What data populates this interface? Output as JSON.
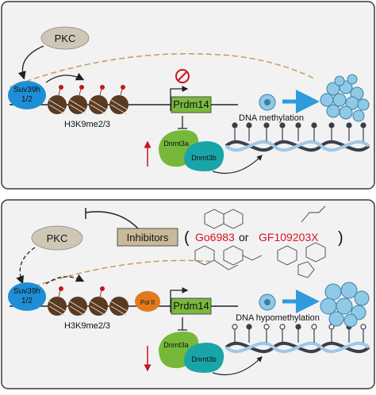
{
  "colors": {
    "panel_bg": "#f2f2f2",
    "panel_border": "#3a3a3a",
    "pkc_fill": "#cfc7b6",
    "suv_fill": "#1e8fd6",
    "nucleosome": "#5a3a22",
    "methyl_mark": "#c8141e",
    "prdm14_fill": "#7ab83f",
    "dnmt3a_fill": "#76b83a",
    "dnmt3b_fill": "#19a5a8",
    "dna_dark": "#3a3f4a",
    "dna_light": "#9fc7e8",
    "arrow_blue": "#2f9bdc",
    "up_arrow_red": "#c8141e",
    "inhibitor_fill": "#c9b99b",
    "drug_red": "#d6141e",
    "pol2_fill": "#e07a1f",
    "cell_fill": "#8fc9e6",
    "dashed_brown": "#c79a5a"
  },
  "top_panel": {
    "pkc_label": "PKC",
    "suv_label_line1": "Suv39h",
    "suv_label_line2": "1/2",
    "histone_mark_label": "H3K9me2/3",
    "gene_label": "Prdm14",
    "dnmt3a_label": "Dnmt3a",
    "dnmt3b_label": "Dnmt3b",
    "outcome_label": "DNA methylation",
    "change_direction": "up"
  },
  "bottom_panel": {
    "pkc_label": "PKC",
    "inhibitors_label": "Inhibitors",
    "open_paren": "(",
    "drug1": "Go6983",
    "or_label": "or",
    "drug2": "GF109203X",
    "close_paren": ")",
    "suv_label_line1": "Suv39h",
    "suv_label_line2": "1/2",
    "histone_mark_label": "H3K9me2/3",
    "pol2_label": "Pol II",
    "gene_label": "Prdm14",
    "dnmt3a_label": "Dnmt3a",
    "dnmt3b_label": "Dnmt3b",
    "outcome_label": "DNA hypomethylation",
    "change_direction": "down"
  }
}
